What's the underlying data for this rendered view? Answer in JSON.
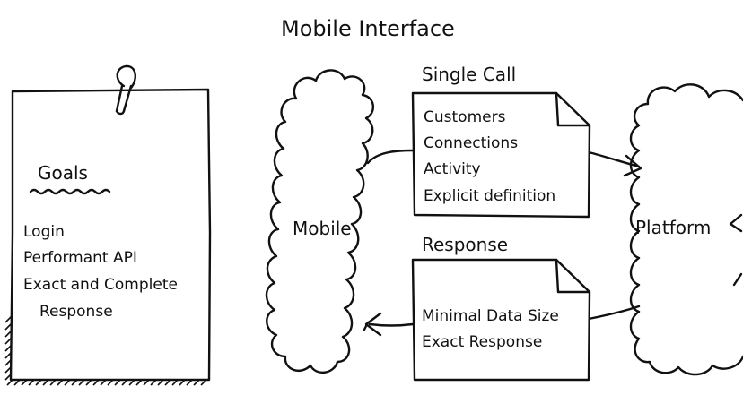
{
  "title": "Mobile Interface",
  "goals": {
    "heading": "Goals",
    "items": [
      "Login",
      "Performant API",
      "Exact and Complete",
      "Response"
    ]
  },
  "mobile": {
    "label": "Mobile"
  },
  "platform": {
    "label": "Platform"
  },
  "single_call": {
    "label": "Single Call",
    "items": [
      "Customers",
      "Connections",
      "Activity",
      "Explicit definition"
    ]
  },
  "response": {
    "label": "Response",
    "items": [
      "Minimal Data Size",
      "Exact Response"
    ]
  }
}
